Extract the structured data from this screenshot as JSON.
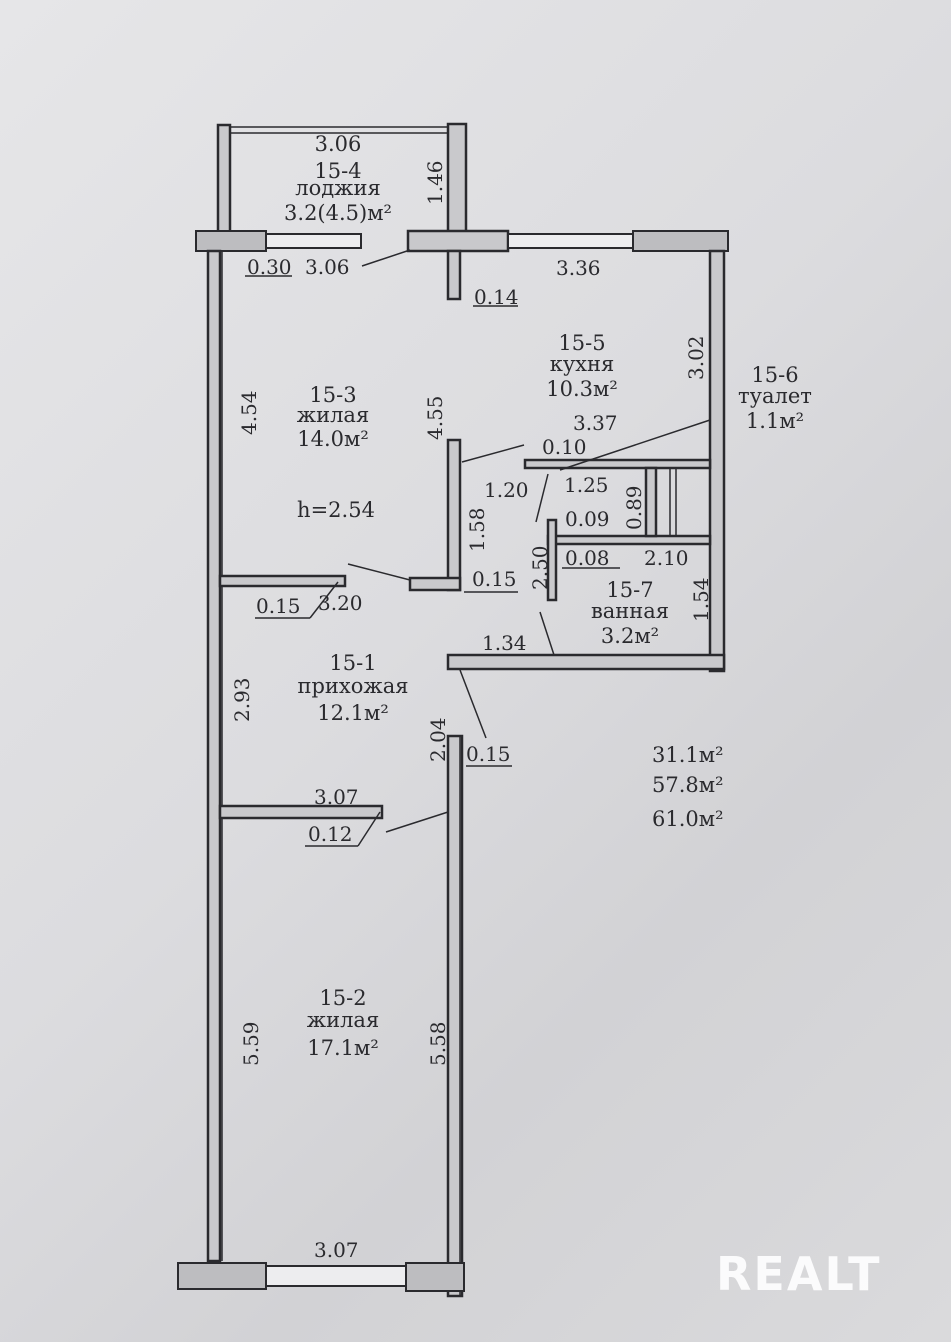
{
  "rooms": {
    "loggia": {
      "id": "15-4",
      "name": "лоджия",
      "area": "3.2(4.5)м²"
    },
    "kitchen": {
      "id": "15-5",
      "name": "кухня",
      "area": "10.3м²"
    },
    "living1": {
      "id": "15-3",
      "name": "жилая",
      "area": "14.0м²"
    },
    "toilet": {
      "id": "15-6",
      "name": "туалет",
      "area": "1.1м²"
    },
    "bath": {
      "id": "15-7",
      "name": "ванная",
      "area": "3.2м²"
    },
    "hall": {
      "id": "15-1",
      "name": "прихожая",
      "area": "12.1м²"
    },
    "living2": {
      "id": "15-2",
      "name": "жилая",
      "area": "17.1м²"
    }
  },
  "height": "h=2.54",
  "totals": [
    "31.1м²",
    "57.8м²",
    "61.0м²"
  ],
  "dims": {
    "loggia_top": "3.06",
    "loggia_side": "1.46",
    "loggia_wall": "0.30",
    "loggia_bottom": "3.06",
    "kitchen_top": "3.36",
    "partition_014": "0.14",
    "kitchen_right": "3.02",
    "living1_left": "4.54",
    "living1_right": "4.55",
    "kitchen_337": "3.37",
    "d010": "0.10",
    "d120": "1.20",
    "d125": "1.25",
    "d089": "0.89",
    "d158": "1.58",
    "d009": "0.09",
    "d250": "2.50",
    "d008": "0.08",
    "d210": "2.10",
    "d015a": "0.15",
    "d154": "1.54",
    "d015b": "0.15",
    "d320": "3.20",
    "d134": "1.34",
    "d293": "2.93",
    "d204": "2.04",
    "d015c": "0.15",
    "d307a": "3.07",
    "d012": "0.12",
    "d559": "5.59",
    "d558": "5.58",
    "d307b": "3.07"
  },
  "watermark": "REALT",
  "colors": {
    "ink": "#2a2a2e",
    "paper": "#e2e2e4"
  }
}
